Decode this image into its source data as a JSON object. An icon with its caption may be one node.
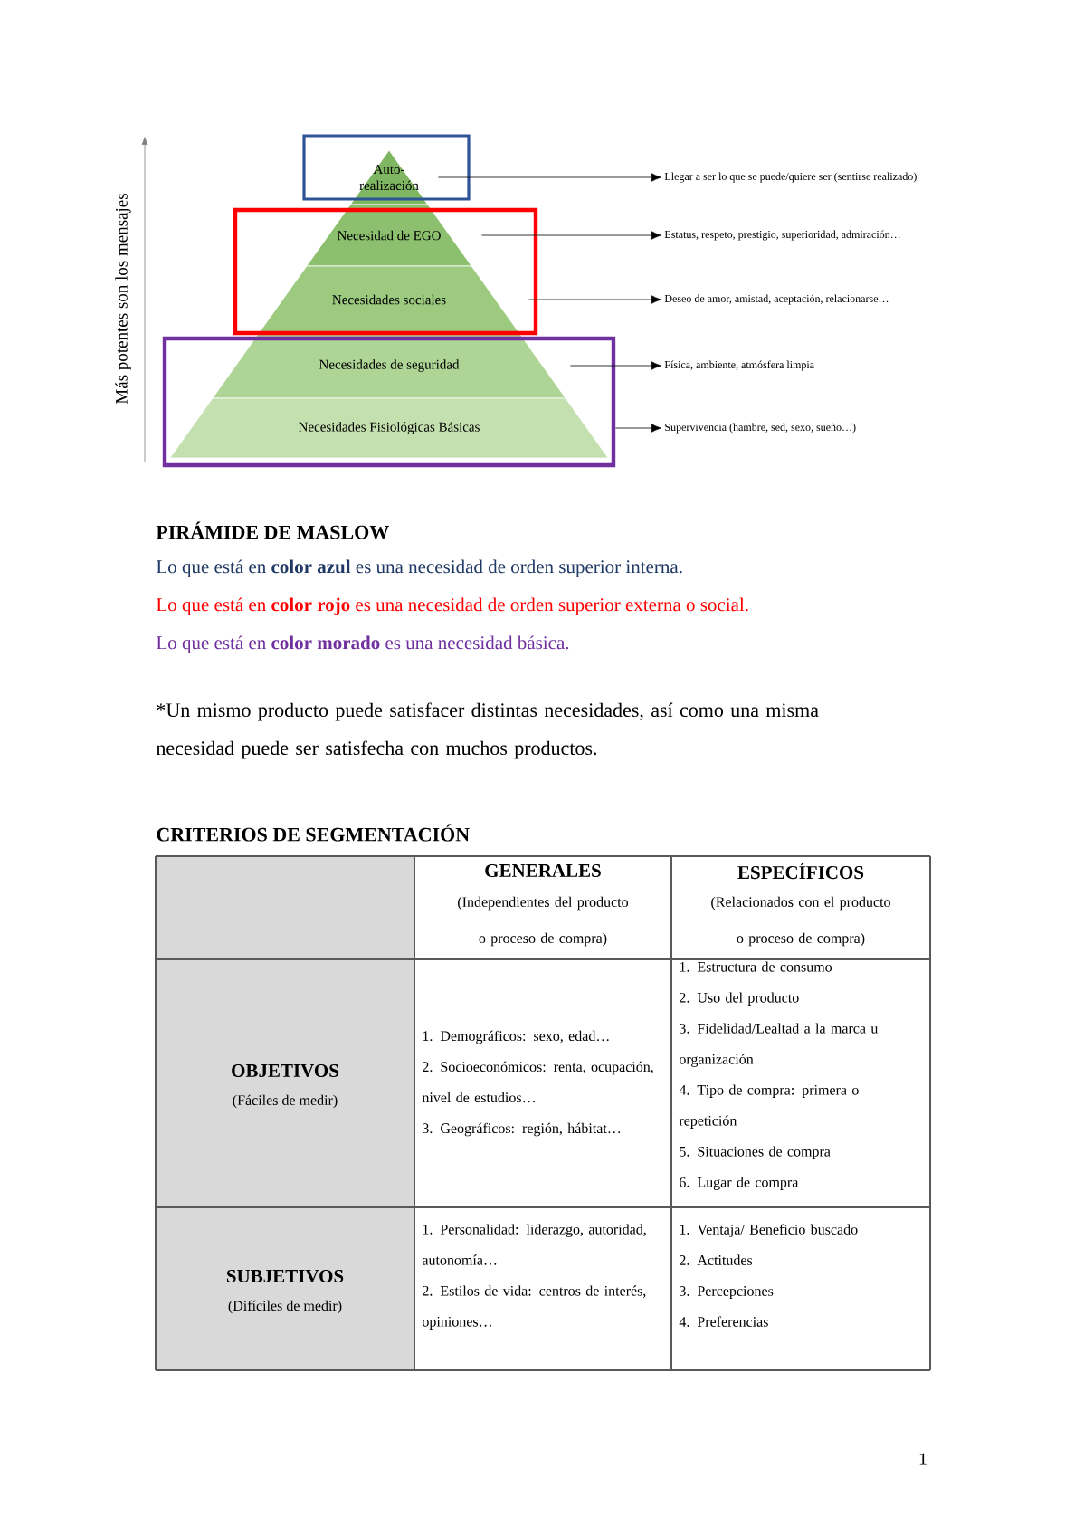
{
  "diagram": {
    "nodes": [
      {
        "text": [
          "Auto-realización"
        ]
      },
      {
        "text": [
          "Necesidad de EGO"
        ]
      },
      {
        "text": [
          "Necesidades sociales"
        ]
      },
      {
        "text": [
          "Necesidades de seguridad"
        ]
      },
      {
        "text": [
          "Necesidades Fisiológicas Básicas"
        ]
      },
      {
        "text": [
          "Llegar a ser lo que se puede/quiere ser (sentirse realizado)"
        ]
      },
      {
        "text": [
          "Estatus, respeto, prestigio, superioridad, admiración…"
        ]
      },
      {
        "text": [
          "Deseo de amor, amistad, aceptación, relacionarse…"
        ]
      },
      {
        "text": [
          "Física, ambiente, atmósfera limpia"
        ]
      },
      {
        "text": [
          "Supervivencia (hambre, sed, sexo, sueño…)"
        ]
      }
    ],
    "edges": [
      {
        "from": 0,
        "to": 5,
        "arrow": "to"
      },
      {
        "from": 1,
        "to": 6,
        "arrow": "to"
      },
      {
        "from": 2,
        "to": 7,
        "arrow": "to"
      },
      {
        "from": 3,
        "to": 8,
        "arrow": "to"
      },
      {
        "from": 4,
        "to": 9,
        "arrow": "to"
      }
    ],
    "labels": [
      "Más potentes son los mensajes",
      "PIRÁMIDE DE MASLOW",
      "Lo que está en **color azul** es una necesidad de orden superior interna.",
      "Lo que está en **color rojo** es una necesidad de orden superior externa o social.",
      "Lo que está en **color morado** es una necesidad básica.",
      "*Un mismo producto puede satisfacer distintas necesidades, así como una misma necesidad puede ser satisfecha con muchos productos.",
      "CRITERIOS DE SEGMENTACIÓN",
      "GENERALES",
      "(Independientes del producto o proceso de compra)",
      "ESPECÍFICOS",
      "(Relacionados con el producto o proceso de compra)",
      "OBJETIVOS",
      "(Fáciles de medir)",
      "1. Demográficos: sexo, edad…",
      "2. Socioeconómicos: renta, ocupación, nivel de estudios…",
      "3. Geográficos: región, hábitat…",
      "1. Estructura de consumo",
      "2. Uso del producto",
      "3. Fidelidad/Lealtad a la marca u organización",
      "4. Tipo de compra: primera o repetición",
      "5. Situaciones de compra",
      "6. Lugar de compra",
      "SUBJETIVOS",
      "(Difíciles de medir)",
      "1. Personalidad: liderazgo, autoridad, autonomía…",
      "2. Estilos de vida: centros de interés, opiniones…",
      "1. Ventaja/ Beneficio buscado",
      "2. Actitudes",
      "3. Percepciones",
      "4. Preferencias",
      "1"
    ]
  }
}
